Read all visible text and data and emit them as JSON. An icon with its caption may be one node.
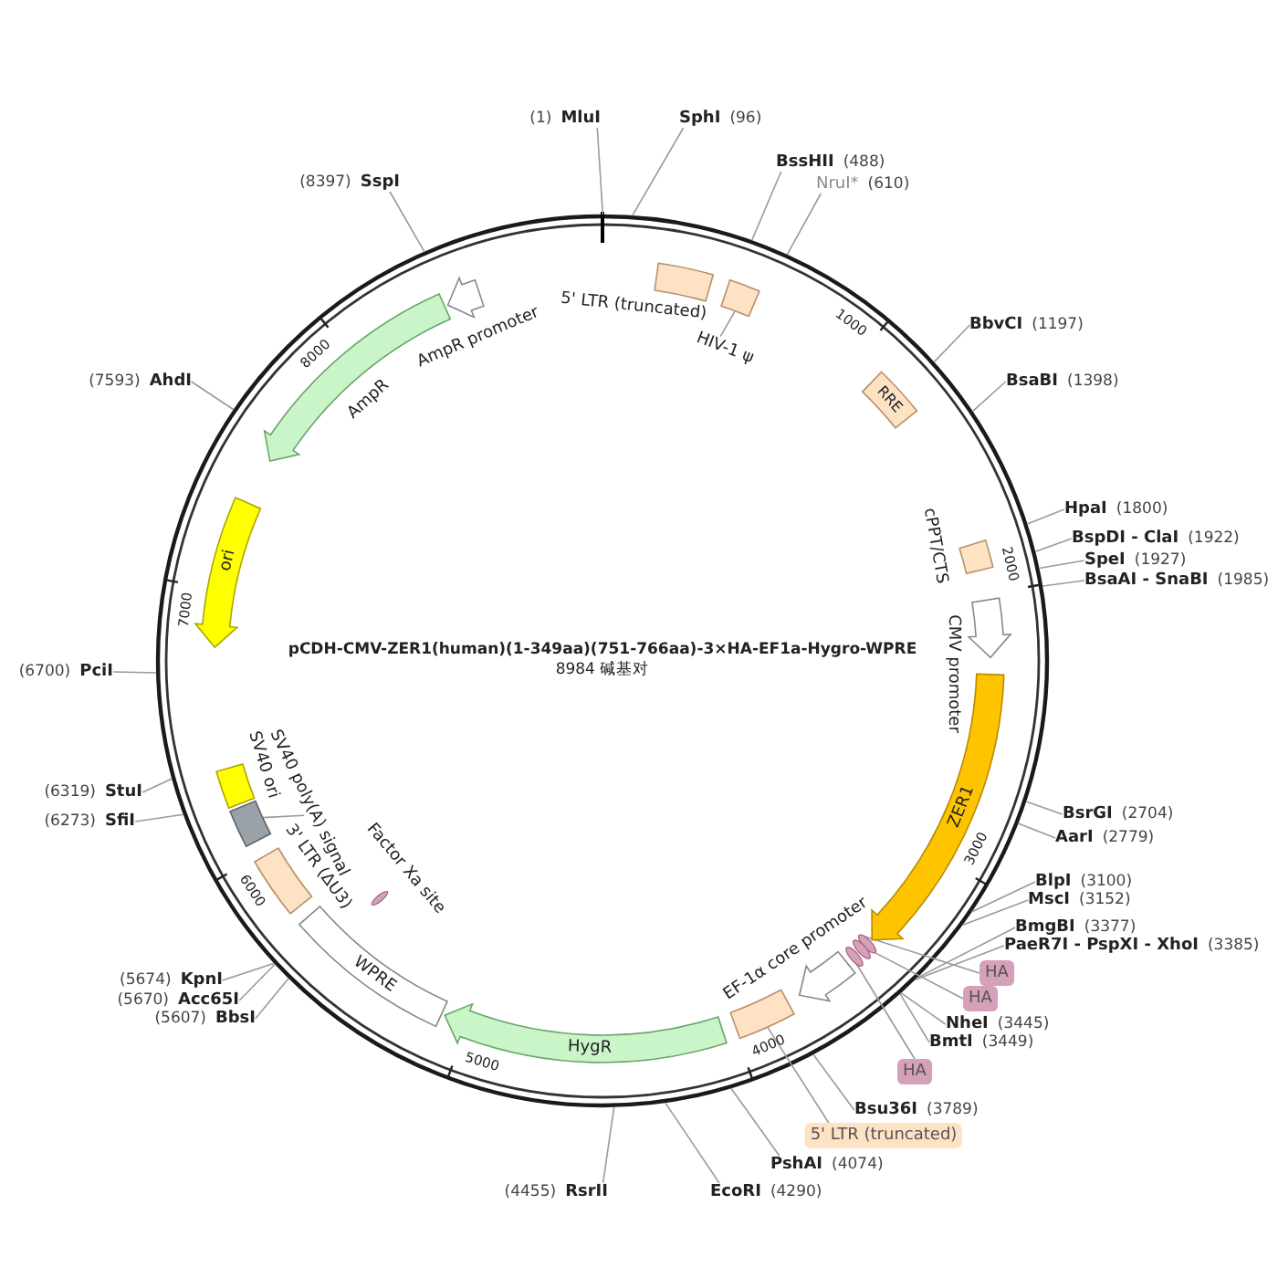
{
  "diagram": {
    "title": "pCDH-CMV-ZER1(human)(1-349aa)(751-766aa)-3×HA-EF1a-Hygro-WPRE",
    "caption": "8984 碱基对",
    "nodes": [
      {
        "text": [
          "MluI"
        ],
        "beside": [
          "(1)"
        ]
      },
      {
        "text": [
          "SphI"
        ],
        "beside": [
          "(96)"
        ]
      },
      {
        "text": [
          "SspI"
        ],
        "beside": [
          "(8397)"
        ]
      },
      {
        "text": [
          "BssHII"
        ],
        "beside": [
          "(488)"
        ]
      },
      {
        "text": [
          "NruI*"
        ],
        "beside": [
          "(610)"
        ]
      },
      {
        "text": [
          "BbvCI"
        ],
        "beside": [
          "(1197)"
        ]
      },
      {
        "text": [
          "BsaBI"
        ],
        "beside": [
          "(1398)"
        ]
      },
      {
        "text": [
          "HpaI"
        ],
        "beside": [
          "(1800)"
        ]
      },
      {
        "text": [
          "BspDI - ClaI"
        ],
        "beside": [
          "(1922)"
        ]
      },
      {
        "text": [
          "SpeI"
        ],
        "beside": [
          "(1927)"
        ]
      },
      {
        "text": [
          "BsaAI - SnaBI"
        ],
        "beside": [
          "(1985)"
        ]
      },
      {
        "text": [
          "BsrGI"
        ],
        "beside": [
          "(2704)"
        ]
      },
      {
        "text": [
          "AarI"
        ],
        "beside": [
          "(2779)"
        ]
      },
      {
        "text": [
          "BlpI"
        ],
        "beside": [
          "(3100)"
        ]
      },
      {
        "text": [
          "MscI"
        ],
        "beside": [
          "(3152)"
        ]
      },
      {
        "text": [
          "BmgBI"
        ],
        "beside": [
          "(3377)"
        ]
      },
      {
        "text": [
          "PaeR7I - PspXI - XhoI"
        ],
        "beside": [
          "(3385)"
        ]
      },
      {
        "text": [
          "NheI"
        ],
        "beside": [
          "(3445)"
        ]
      },
      {
        "text": [
          "BmtI"
        ],
        "beside": [
          "(3449)"
        ]
      },
      {
        "text": [
          "Bsu36I"
        ],
        "beside": [
          "(3789)"
        ]
      },
      {
        "text": [
          "PshAI"
        ],
        "beside": [
          "(4074)"
        ]
      },
      {
        "text": [
          "EcoRI"
        ],
        "beside": [
          "(4290)"
        ]
      },
      {
        "text": [
          "RsrII"
        ],
        "beside": [
          "(4455)"
        ]
      },
      {
        "text": [
          "BbsI"
        ],
        "beside": [
          "(5607)"
        ]
      },
      {
        "text": [
          "Acc65I"
        ],
        "beside": [
          "(5670)"
        ]
      },
      {
        "text": [
          "KpnI"
        ],
        "beside": [
          "(5674)"
        ]
      },
      {
        "text": [
          "SfiI"
        ],
        "beside": [
          "(6273)"
        ]
      },
      {
        "text": [
          "StuI"
        ],
        "beside": [
          "(6319)"
        ]
      },
      {
        "text": [
          "PciI"
        ],
        "beside": [
          "(6700)"
        ]
      },
      {
        "text": [
          "AhdI"
        ],
        "beside": [
          "(7593)"
        ]
      },
      {
        "text": [
          "5' LTR (truncated)"
        ]
      },
      {
        "text": [],
        "shape": "box"
      },
      {
        "text": [
          "HIV-1 ψ"
        ]
      },
      {
        "text": [
          "RRE"
        ]
      },
      {
        "text": [
          "cPPT/CTS"
        ]
      },
      {
        "text": [
          "CMV promoter"
        ]
      },
      {
        "text": [
          "ZER1"
        ]
      },
      {
        "text": [],
        "shape": "ellipse"
      },
      {
        "text": [],
        "shape": "ellipse"
      },
      {
        "text": [],
        "shape": "ellipse"
      },
      {
        "text": [
          "HA"
        ]
      },
      {
        "text": [
          "HA"
        ]
      },
      {
        "text": [
          "HA"
        ]
      },
      {
        "text": [
          "EF-1α core promoter"
        ]
      },
      {
        "text": [],
        "shape": "box"
      },
      {
        "text": [
          "5' LTR (truncated)"
        ]
      },
      {
        "text": [
          "HygR"
        ]
      },
      {
        "text": [
          "WPRE"
        ]
      },
      {
        "text": [
          "3' LTR (ΔU3)"
        ]
      },
      {
        "text": [],
        "shape": "box"
      },
      {
        "text": [
          "SV40 poly(A) signal"
        ]
      },
      {
        "text": [
          "SV40 ori"
        ]
      },
      {
        "text": [
          "ori"
        ]
      },
      {
        "text": [
          "AmpR"
        ]
      },
      {
        "text": [
          "AmpR promoter"
        ]
      },
      {
        "text": [
          "Factor Xa site"
        ]
      }
    ],
    "edges": [
      {
        "from": 0,
        "to": null,
        "arrow": "none"
      },
      {
        "from": 1,
        "to": null,
        "arrow": "none"
      },
      {
        "from": 2,
        "to": null,
        "arrow": "none"
      },
      {
        "from": 3,
        "to": null,
        "arrow": "none"
      },
      {
        "from": 4,
        "to": null,
        "arrow": "none"
      },
      {
        "from": 5,
        "to": null,
        "arrow": "none"
      },
      {
        "from": 6,
        "to": null,
        "arrow": "none"
      },
      {
        "from": 7,
        "to": null,
        "arrow": "none"
      },
      {
        "from": 8,
        "to": null,
        "arrow": "none"
      },
      {
        "from": 9,
        "to": null,
        "arrow": "none"
      },
      {
        "from": 10,
        "to": null,
        "arrow": "none"
      },
      {
        "from": 11,
        "to": null,
        "arrow": "none"
      },
      {
        "from": 12,
        "to": null,
        "arrow": "none"
      },
      {
        "from": 13,
        "to": null,
        "arrow": "none"
      },
      {
        "from": 14,
        "to": null,
        "arrow": "none"
      },
      {
        "from": 15,
        "to": null,
        "arrow": "none"
      },
      {
        "from": 16,
        "to": null,
        "arrow": "none"
      },
      {
        "from": 17,
        "to": null,
        "arrow": "none"
      },
      {
        "from": 18,
        "to": null,
        "arrow": "none"
      },
      {
        "from": 19,
        "to": null,
        "arrow": "none"
      },
      {
        "from": 20,
        "to": null,
        "arrow": "none"
      },
      {
        "from": 21,
        "to": null,
        "arrow": "none"
      },
      {
        "from": 22,
        "to": null,
        "arrow": "none"
      },
      {
        "from": 23,
        "to": null,
        "arrow": "none"
      },
      {
        "from": 24,
        "to": null,
        "arrow": "none"
      },
      {
        "from": 25,
        "to": null,
        "arrow": "none"
      },
      {
        "from": 26,
        "to": null,
        "arrow": "none"
      },
      {
        "from": 27,
        "to": null,
        "arrow": "none"
      },
      {
        "from": 28,
        "to": null,
        "arrow": "none"
      },
      {
        "from": 29,
        "to": null,
        "arrow": "none"
      },
      {
        "from": 32,
        "to": 31,
        "arrow": "none"
      },
      {
        "from": 40,
        "to": 37,
        "arrow": "none"
      },
      {
        "from": 41,
        "to": 38,
        "arrow": "none"
      },
      {
        "from": 42,
        "to": 39,
        "arrow": "none"
      },
      {
        "from": 45,
        "to": 44,
        "arrow": "none"
      },
      {
        "from": 50,
        "to": 49,
        "arrow": "none"
      }
    ],
    "labels": [
      "1000",
      "2000",
      "3000",
      "4000",
      "5000",
      "6000",
      "7000",
      "8000"
    ]
  }
}
